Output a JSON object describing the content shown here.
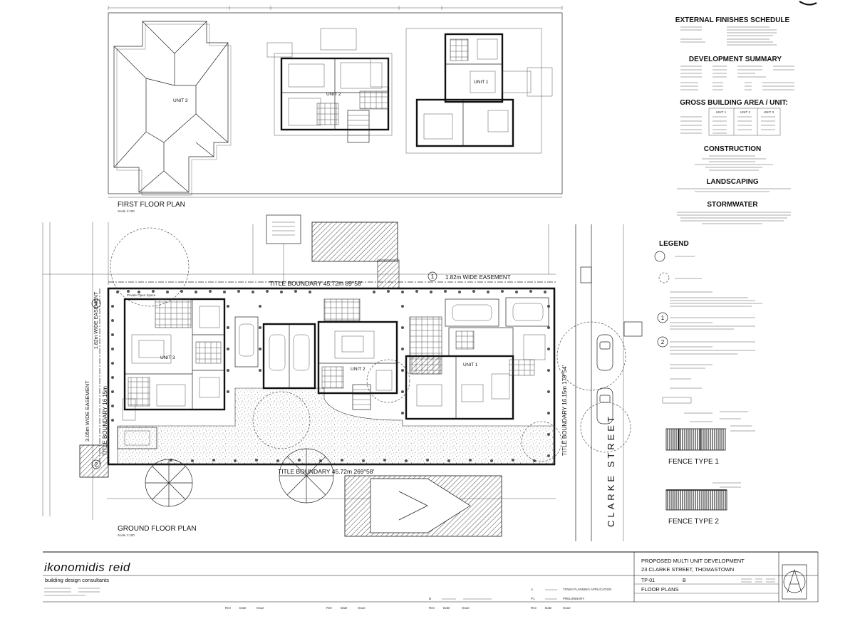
{
  "drawing": {
    "first_floor_plan_title": "FIRST FLOOR PLAN",
    "ground_floor_plan_title": "GROUND FLOOR PLAN",
    "scale_note": "Scale 1:100",
    "unit_labels": [
      "UNIT 3",
      "UNIT 2",
      "UNIT 1"
    ],
    "ground_unit_labels": [
      "UNIT 3",
      "UNIT 2",
      "UNIT 1"
    ],
    "boundary_top": "TITLE BOUNDARY  45.72m  89°58'",
    "boundary_bottom": "TITLE BOUNDARY 45.72m  269°58'",
    "boundary_left": "TITLE BOUNDARY 16.15m",
    "boundary_right": "TITLE BOUNDARY 16.15m  179°54'",
    "easement_top": "1.82m WIDE EASEMENT",
    "easement_left": "3.05m WIDE EASEMENT",
    "easement_left_2": "1.82m WIDE EASEMENT",
    "street_name": "CLARKE  STREET",
    "open_space_label": "Private Open Space",
    "marker_1": "1",
    "marker_2": "2"
  },
  "schedule": {
    "external_finishes": "EXTERNAL FINISHES SCHEDULE",
    "development_summary": "DEVELOPMENT SUMMARY",
    "gross_building_area": "GROSS BUILDING AREA / UNIT:",
    "construction": "CONSTRUCTION",
    "landscaping": "LANDSCAPING",
    "stormwater": "STORMWATER",
    "legend": "LEGEND",
    "fence_type_1": "FENCE TYPE 1",
    "fence_type_2": "FENCE TYPE 2",
    "gba_columns": [
      "UNIT 1",
      "UNIT 2",
      "UNIT 3"
    ]
  },
  "title_block": {
    "firm_name": "ikonomidis reid",
    "firm_tagline": "building design consultants",
    "project": "PROPOSED MULTI UNIT DEVELOPMENT",
    "address": "23 CLARKE STREET, THOMASTOWN",
    "drawing_no": "TP-01",
    "revision": "B",
    "sheet_title": "FLOOR PLANS",
    "rev_cols": [
      "Rev",
      "Date",
      "Issue"
    ],
    "revisions": [
      {
        "rev": "A",
        "issue": "TOWN PLANNING APPLICATION"
      },
      {
        "rev": "P1",
        "issue": "PRELIMINARY"
      }
    ]
  }
}
